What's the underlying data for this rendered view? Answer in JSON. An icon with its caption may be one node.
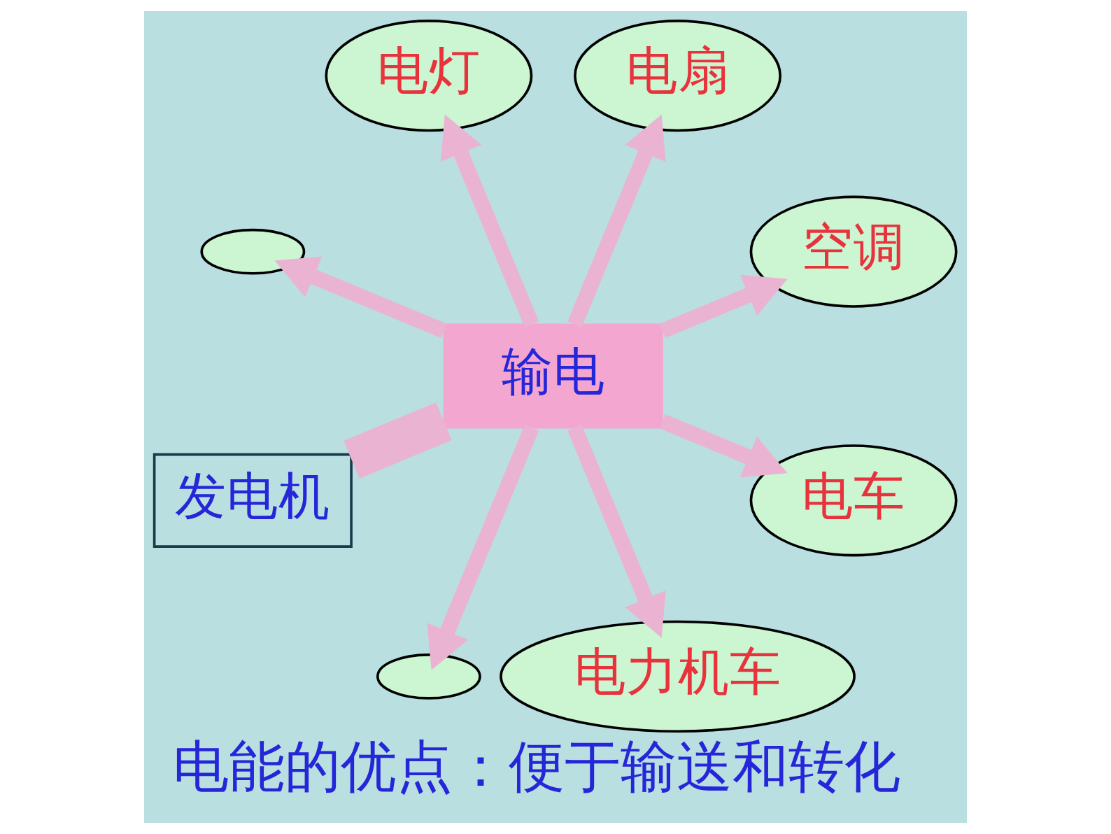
{
  "diagram": {
    "caption": "电能的优点：便于输送和转化",
    "nodes": [
      {
        "text": [
          "电灯"
        ]
      },
      {
        "text": [],
        "shape": "ellipse"
      },
      {
        "text": [
          "电扇"
        ]
      },
      {
        "text": [
          "发电机"
        ]
      },
      {
        "text": [
          "输电"
        ]
      },
      {
        "text": [
          "空调"
        ]
      },
      {
        "text": [],
        "shape": "ellipse"
      },
      {
        "text": [
          "电车"
        ]
      },
      {
        "text": [
          "电力机车"
        ]
      }
    ],
    "edges": [
      {
        "from": 4,
        "to": 3,
        "arrow": "none",
        "style": "thick"
      },
      {
        "from": 4,
        "to": 0,
        "arrow": "to"
      },
      {
        "from": 4,
        "to": 2,
        "arrow": "to"
      },
      {
        "from": 4,
        "to": 5,
        "arrow": "to"
      },
      {
        "from": 4,
        "to": 7,
        "arrow": "to"
      },
      {
        "from": 4,
        "to": 8,
        "arrow": "to"
      },
      {
        "from": 4,
        "to": 6,
        "arrow": "to"
      },
      {
        "from": 4,
        "to": 1,
        "arrow": "to"
      }
    ]
  }
}
